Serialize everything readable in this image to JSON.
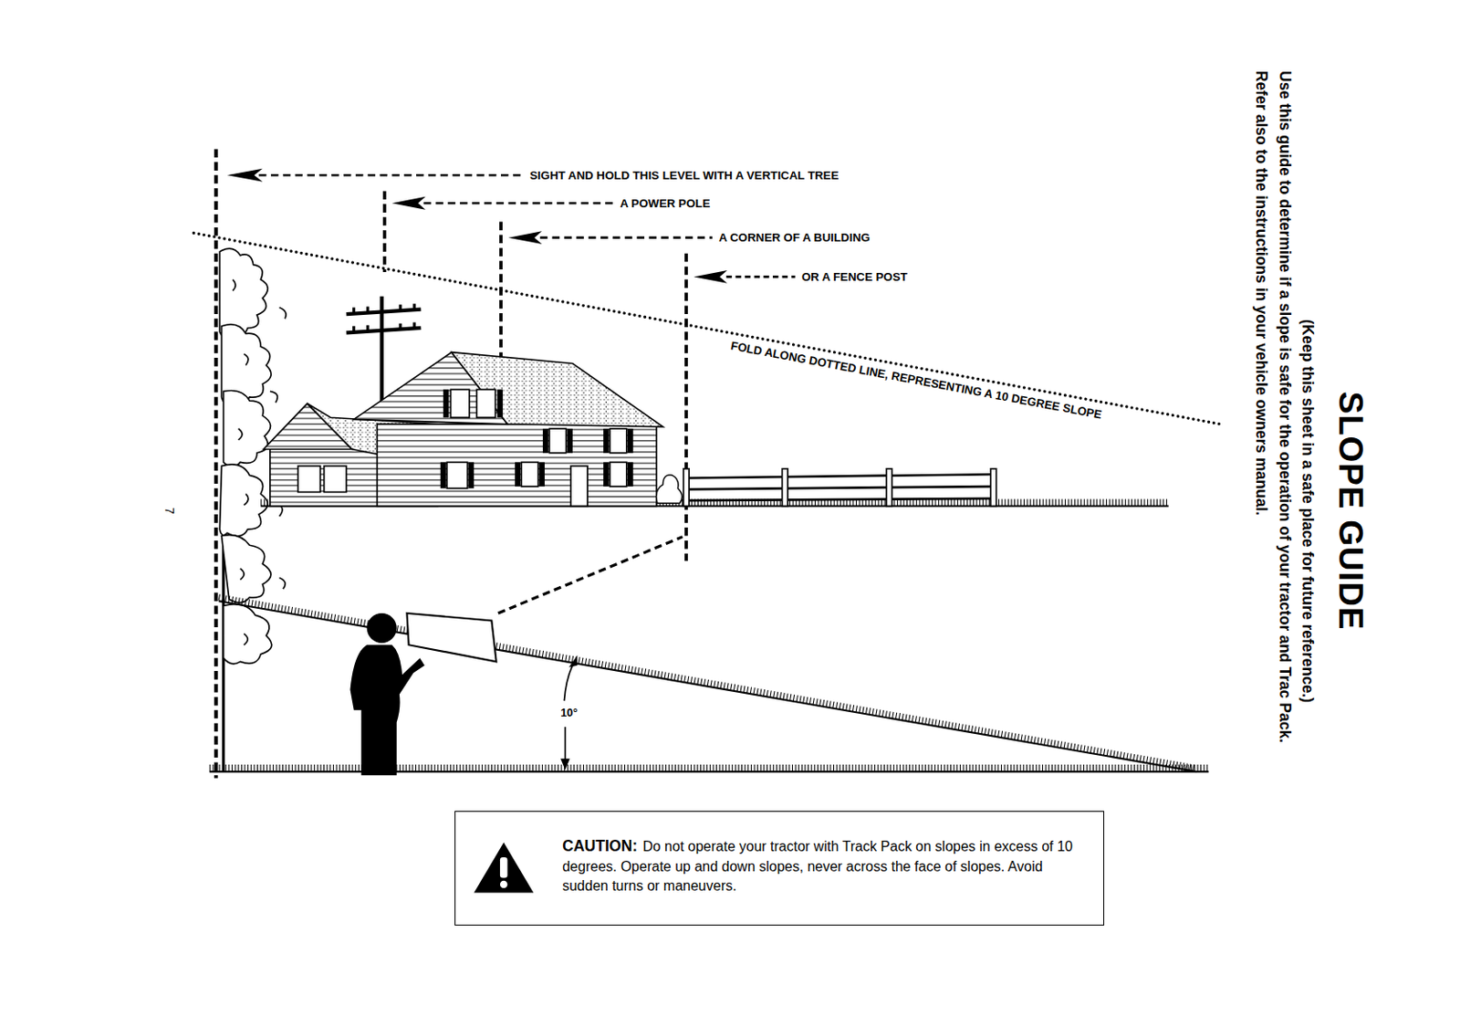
{
  "diagram": {
    "title": "SLOPE GUIDE",
    "nodes": [
      {
        "text": [
          "CAUTION:",
          "Do not operate your tractor with Track Pack on slopes in excess of 10 degrees. Operate up and down slopes, never across the face of slopes. Avoid sudden turns or maneuvers."
        ]
      }
    ],
    "labels": [
      "(Keep this sheet in a safe place for future reference.)",
      "Use this guide to determine if a slope is safe for the operation of your tractor and Trac Pack.",
      "Refer also to the instructions in your vehicle owners manual.",
      "SIGHT AND HOLD THIS LEVEL WITH A VERTICAL TREE",
      "A POWER POLE",
      "A CORNER OF A BUILDING",
      "OR A FENCE POST",
      "FOLD ALONG DOTTED LINE, REPRESENTING A 10 DEGREE SLOPE",
      "10°",
      "7"
    ]
  }
}
